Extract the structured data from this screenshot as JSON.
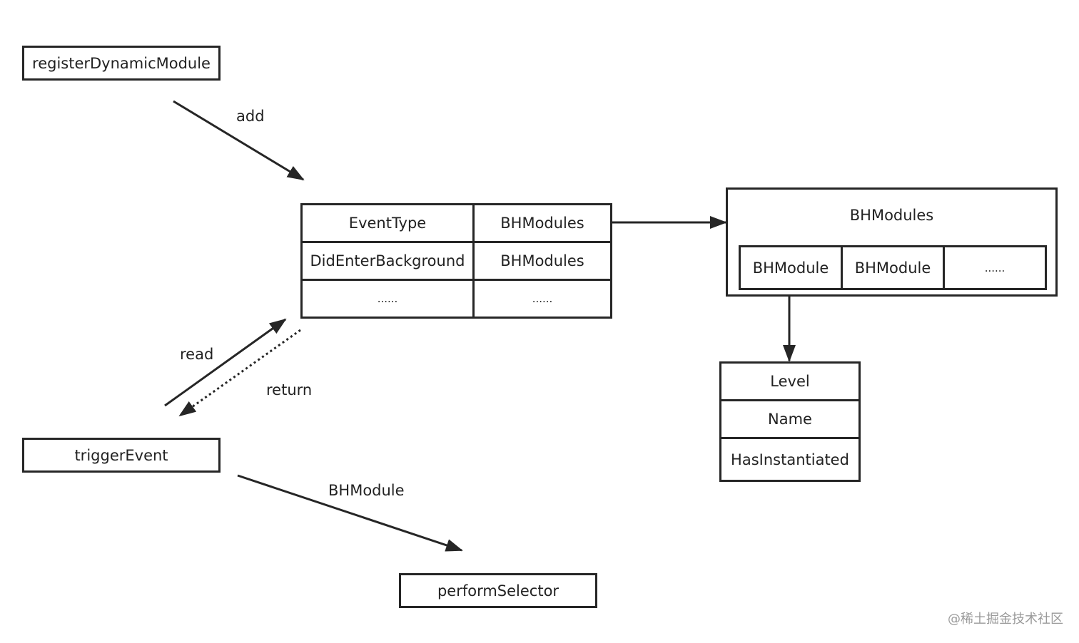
{
  "nodes": {
    "register": "registerDynamicModule",
    "trigger": "triggerEvent",
    "perform": "performSelector"
  },
  "edge_labels": {
    "add": "add",
    "read": "read",
    "return": "return",
    "bhmodule": "BHModule"
  },
  "event_table": {
    "header": [
      "EventType",
      "BHModules"
    ],
    "rows": [
      [
        "DidEnterBackground",
        "BHModules"
      ],
      [
        "......",
        "......"
      ]
    ]
  },
  "bhmodules": {
    "title": "BHModules",
    "items": [
      "BHModule",
      "BHModule",
      "......"
    ]
  },
  "module_props": [
    "Level",
    "Name",
    "HasInstantiated"
  ],
  "watermark": "@稀土掘金技术社区",
  "colors": {
    "stroke": "#262626",
    "text": "#222222",
    "watermark": "#9a9a9a"
  }
}
